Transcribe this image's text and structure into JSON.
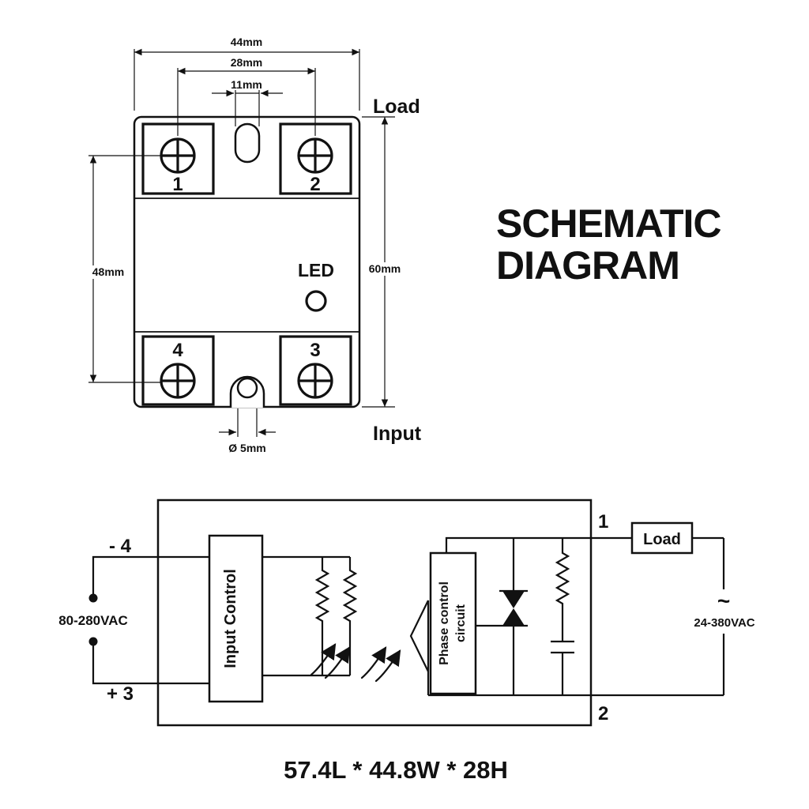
{
  "title": {
    "line1": "SCHEMATIC",
    "line2": "DIAGRAM"
  },
  "mechanical": {
    "load_label": "Load",
    "input_label": "Input",
    "led_label": "LED",
    "terminals": {
      "t1": "1",
      "t2": "2",
      "t3": "3",
      "t4": "4"
    },
    "dimensions": {
      "width_top": "44mm",
      "screw_spacing_horizontal": "28mm",
      "slot_width": "11mm",
      "screw_spacing_vertical": "48mm",
      "body_height": "60mm",
      "hole_diameter": "Ø 5mm"
    }
  },
  "schematic": {
    "terminal_minus": "- 4",
    "terminal_plus": "+ 3",
    "terminal_output_1": "1",
    "terminal_output_2": "2",
    "input_voltage": "80-280VAC",
    "output_voltage": "24-380VAC",
    "ac_wave_symbol": "~",
    "input_control_label": "Input Control",
    "phase_control_line1": "Phase control",
    "phase_control_line2": "circuit",
    "load_label": "Load"
  },
  "footer": {
    "size_text": "57.4L * 44.8W * 28H"
  },
  "colors": {
    "ink": "#111111",
    "background": "#ffffff"
  }
}
